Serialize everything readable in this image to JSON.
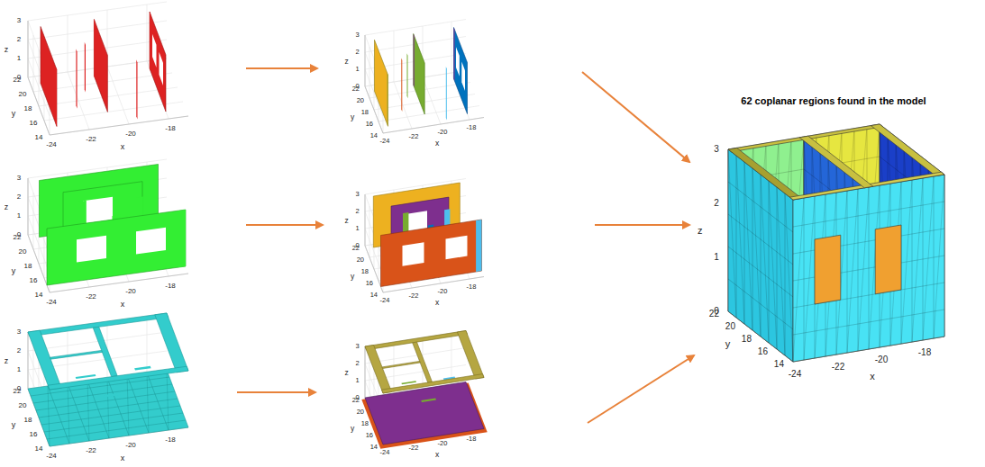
{
  "diagram": {
    "title": "62 coplanar regions found in the model",
    "labels": [
      "3",
      "2",
      "1",
      "0",
      "z",
      "22",
      "20",
      "18",
      "16",
      "14",
      "y",
      "-24",
      "-22",
      "-20",
      "-18",
      "x",
      "3",
      "2",
      "1",
      "0",
      "z",
      "22",
      "20",
      "18",
      "16",
      "14",
      "y",
      "-24",
      "-22",
      "-20",
      "-18",
      "x",
      "3",
      "2",
      "1",
      "0",
      "z",
      "22",
      "20",
      "18",
      "16",
      "14",
      "y",
      "-24",
      "-22",
      "-20",
      "-18",
      "x",
      "3",
      "2",
      "1",
      "0",
      "z",
      "22",
      "20",
      "18",
      "16",
      "14",
      "y",
      "-24",
      "-22",
      "-20",
      "-18",
      "x",
      "3",
      "2",
      "1",
      "0",
      "z",
      "22",
      "20",
      "18",
      "16",
      "14",
      "y",
      "-24",
      "-22",
      "-20",
      "-18",
      "x",
      "3",
      "2",
      "1",
      "0",
      "z",
      "22",
      "20",
      "18",
      "16",
      "14",
      "y",
      "-24",
      "-22",
      "-20",
      "-18",
      "x",
      "3",
      "2",
      "1",
      "0",
      "z",
      "22",
      "20",
      "18",
      "16",
      "14",
      "y",
      "-24",
      "-22",
      "-20",
      "-18",
      "x"
    ]
  }
}
